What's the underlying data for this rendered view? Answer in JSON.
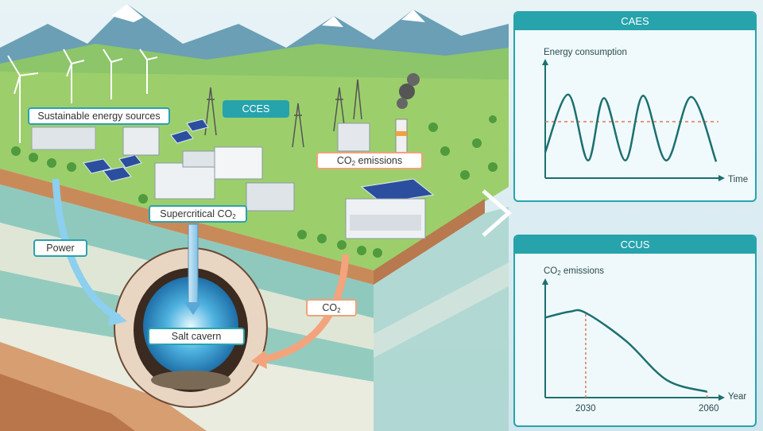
{
  "labels": {
    "sustainable": "Sustainable energy sources",
    "cces": "CCES",
    "co2_emissions_main": "CO",
    "co2_emissions_sub": "2",
    "co2_emissions_rest": " emissions",
    "supercritical": "Supercritical CO",
    "supercritical_sub": "2",
    "power": "Power",
    "co2_arrow": "CO",
    "co2_arrow_sub": "2",
    "salt_cavern": "Salt cavern"
  },
  "colors": {
    "teal": "#27a3ac",
    "orange": "#f0a27a",
    "line": "#1d6f6f",
    "dash": "#e8735a"
  },
  "chart_data": [
    {
      "type": "line",
      "title": "CAES",
      "ylabel": "Energy consumption",
      "xlabel": "Time",
      "xlim": [
        0,
        1
      ],
      "ylim": [
        0,
        1
      ],
      "reference_line": 0.48,
      "series": [
        {
          "name": "Energy consumption",
          "x": [
            0,
            0.13,
            0.24,
            0.33,
            0.45,
            0.55,
            0.68,
            0.82,
            0.96
          ],
          "y": [
            0.22,
            0.71,
            0.15,
            0.68,
            0.15,
            0.7,
            0.15,
            0.69,
            0.14
          ]
        }
      ]
    },
    {
      "type": "line",
      "title": "CCUS",
      "ylabel_main": "CO",
      "ylabel_sub": "2",
      "ylabel_rest": " emissions",
      "xlabel": "Year",
      "xlim": [
        2020,
        2064
      ],
      "ylim": [
        0,
        1
      ],
      "tick_labels": [
        "2030",
        "2060"
      ],
      "ticks": [
        2030,
        2060
      ],
      "series": [
        {
          "name": "CO2 emissions",
          "x": [
            2020,
            2026,
            2030,
            2040,
            2050,
            2060
          ],
          "y": [
            0.68,
            0.73,
            0.72,
            0.48,
            0.15,
            0.05
          ]
        }
      ]
    }
  ]
}
